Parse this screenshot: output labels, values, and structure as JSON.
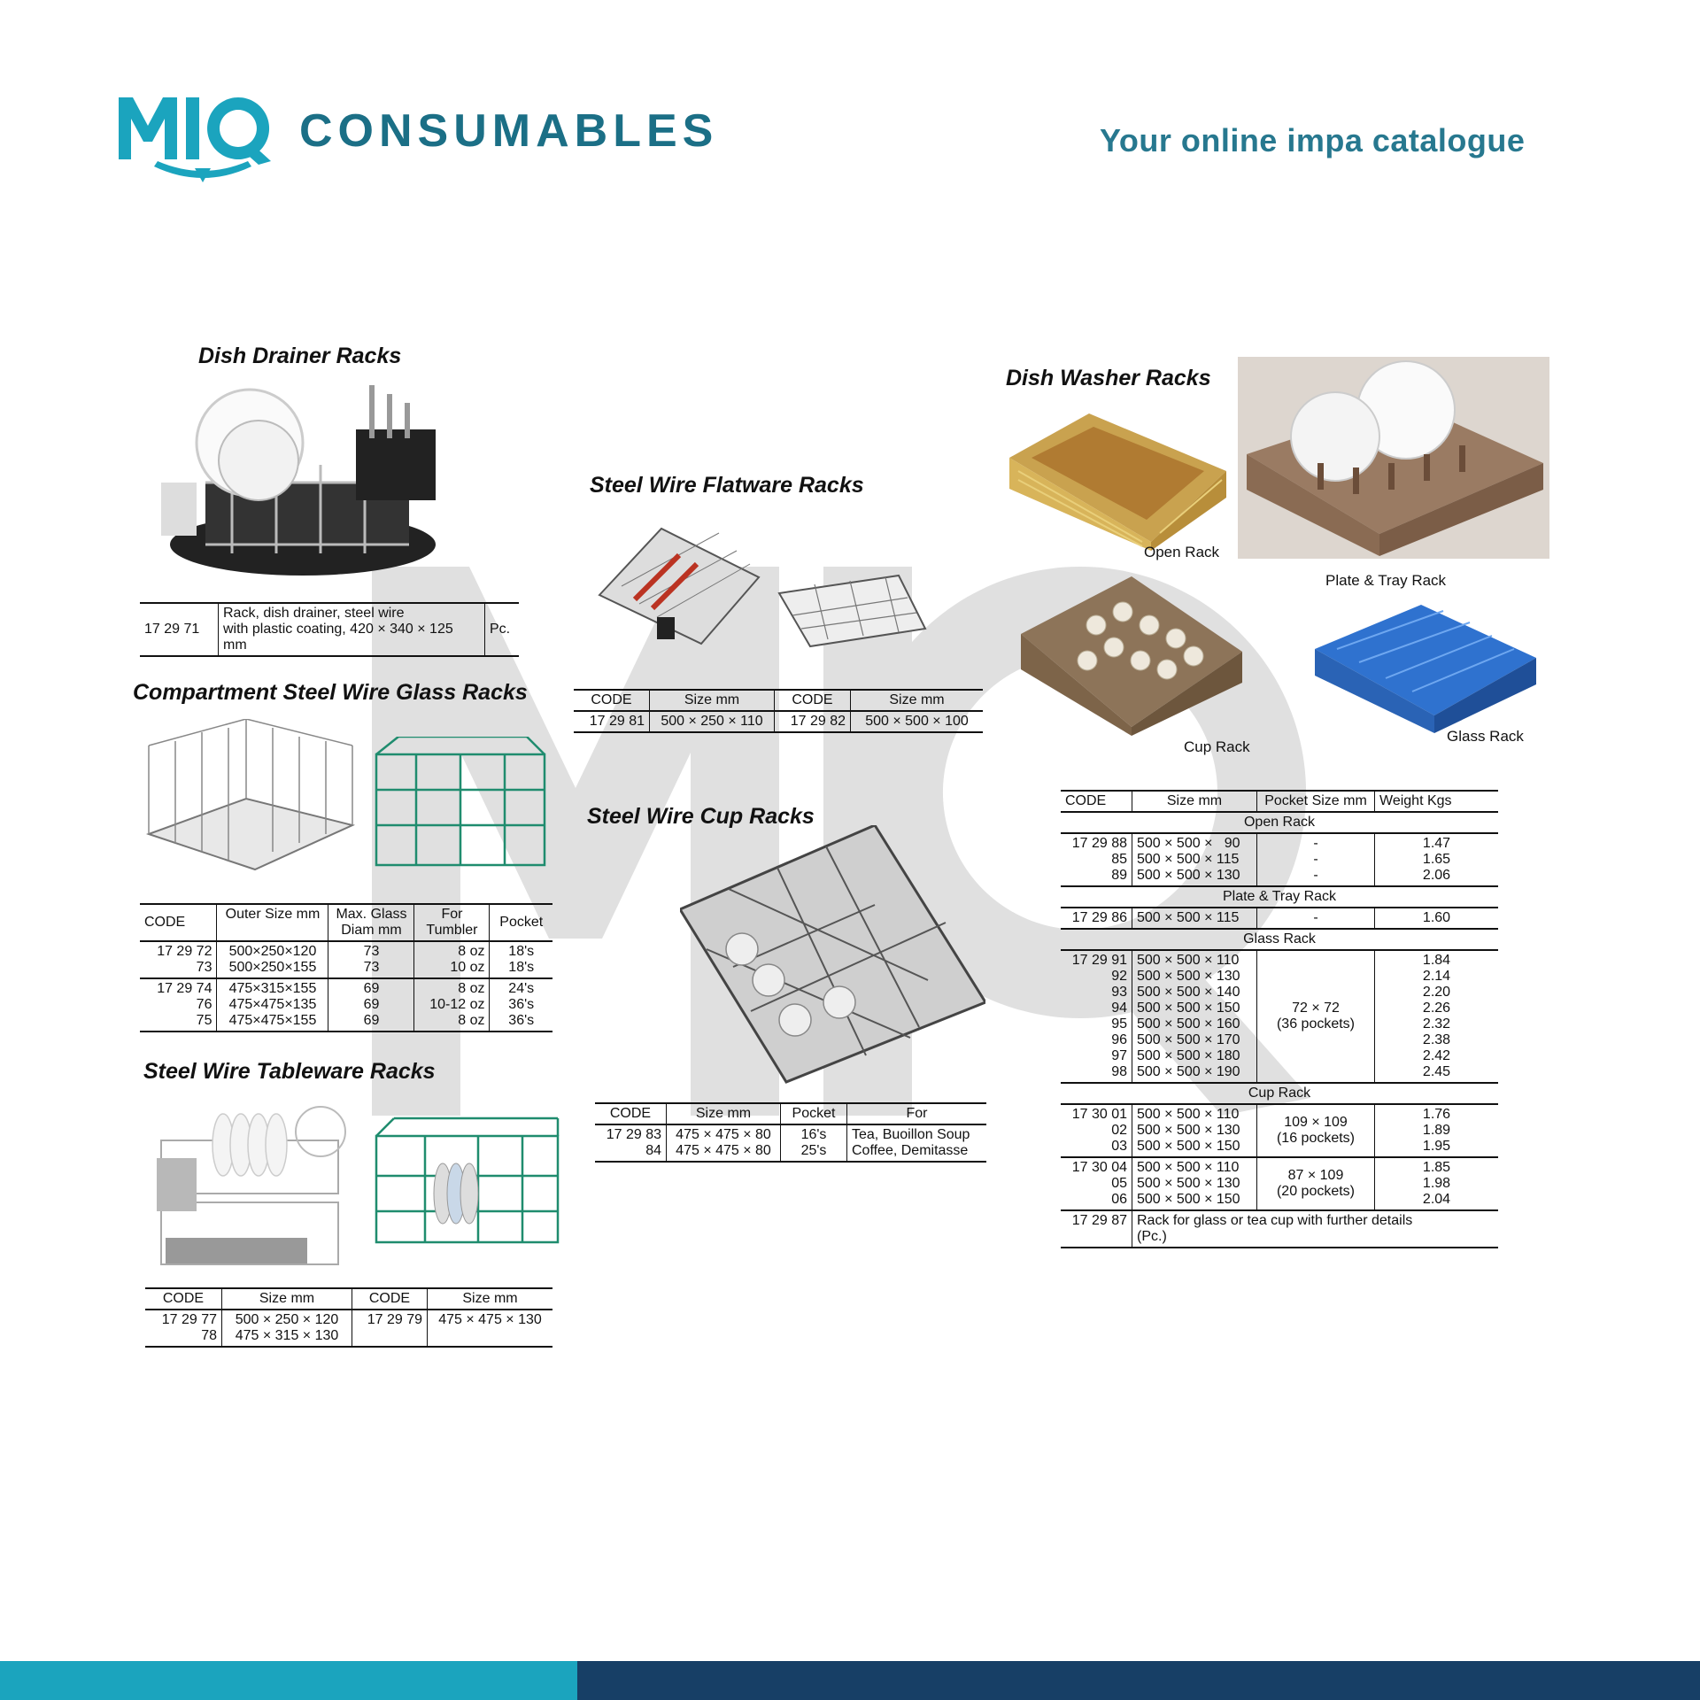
{
  "brand": {
    "logo_text": "MIQ",
    "name": "CONSUMABLES",
    "tagline": "Your online impa catalogue",
    "primary_color": "#1ba4be",
    "dark_color": "#173f66"
  },
  "dish_drainer": {
    "title": "Dish Drainer Racks",
    "code": "17 29 71",
    "desc_lines": [
      "Rack, dish drainer, steel wire",
      "with plastic coating, 420 × 340 × 125",
      "mm"
    ],
    "unit": "Pc."
  },
  "glass_racks": {
    "title": "Compartment Steel Wire Glass Racks",
    "headers": [
      "CODE",
      "Outer Size mm",
      "Max. Glass Diam mm",
      "For Tumbler",
      "Pocket"
    ],
    "groups": [
      [
        [
          "17 29 72",
          "500×250×120",
          "73",
          "8 oz",
          "18's"
        ],
        [
          "73",
          "500×250×155",
          "73",
          "10 oz",
          "18's"
        ]
      ],
      [
        [
          "17 29 74",
          "475×315×155",
          "69",
          "8 oz",
          "24's"
        ],
        [
          "76",
          "475×475×135",
          "69",
          "10-12 oz",
          "36's"
        ],
        [
          "75",
          "475×475×155",
          "69",
          "8 oz",
          "36's"
        ]
      ]
    ]
  },
  "tableware": {
    "title": "Steel Wire Tableware Racks",
    "headers": [
      "CODE",
      "Size mm",
      "CODE",
      "Size mm"
    ],
    "col1_codes": [
      "17 29 77",
      "78"
    ],
    "col1_sizes": [
      "500 × 250 × 120",
      "475 × 315 × 130"
    ],
    "col2_code": "17 29 79",
    "col2_size": "475 × 475 × 130"
  },
  "flatware": {
    "title": "Steel Wire Flatware Racks",
    "headers": [
      "CODE",
      "Size mm",
      "CODE",
      "Size mm"
    ],
    "row": [
      "17 29 81",
      "500 × 250 × 110",
      "17 29 82",
      "500 × 500 × 100"
    ]
  },
  "cup_racks": {
    "title": "Steel Wire Cup Racks",
    "headers": [
      "CODE",
      "Size mm",
      "Pocket",
      "For"
    ],
    "codes": [
      "17 29 83",
      "84"
    ],
    "sizes": [
      "475 × 475 × 80",
      "475 × 475 × 80"
    ],
    "pockets": [
      "16's",
      "25's"
    ],
    "for_lines": [
      "Tea, Buoillon Soup",
      "Coffee, Demitasse"
    ]
  },
  "dish_washer": {
    "title": "Dish Washer Racks",
    "captions": {
      "open": "Open Rack",
      "plate": "Plate & Tray Rack",
      "cup": "Cup Rack",
      "glass": "Glass Rack"
    },
    "headers": [
      "CODE",
      "Size mm",
      "Pocket Size mm",
      "Weight Kgs"
    ],
    "open": {
      "label": "Open Rack",
      "codes": [
        "17 29 88",
        "85",
        "89"
      ],
      "sizes": [
        "500 × 500 ×   90",
        "500 × 500 × 115",
        "500 × 500 × 130"
      ],
      "pockets": [
        "-",
        "-",
        "-"
      ],
      "weights": [
        "1.47",
        "1.65",
        "2.06"
      ]
    },
    "plate": {
      "label": "Plate & Tray Rack",
      "code": "17 29 86",
      "size": "500 × 500 × 115",
      "pocket": "-",
      "weight": "1.60"
    },
    "glass": {
      "label": "Glass Rack",
      "codes": [
        "17 29 91",
        "92",
        "93",
        "94",
        "95",
        "96",
        "97",
        "98"
      ],
      "sizes": [
        "500 × 500 × 110",
        "500 × 500 × 130",
        "500 × 500 × 140",
        "500 × 500 × 150",
        "500 × 500 × 160",
        "500 × 500 × 170",
        "500 × 500 × 180",
        "500 × 500 × 190"
      ],
      "pocket_lines": [
        "72 × 72",
        "(36 pockets)"
      ],
      "weights": [
        "1.84",
        "2.14",
        "2.20",
        "2.26",
        "2.32",
        "2.38",
        "2.42",
        "2.45"
      ]
    },
    "cup": {
      "label": "Cup Rack",
      "g1": {
        "codes": [
          "17 30 01",
          "02",
          "03"
        ],
        "sizes": [
          "500 × 500 × 110",
          "500 × 500 × 130",
          "500 × 500 × 150"
        ],
        "pocket_lines": [
          "109 × 109",
          "(16 pockets)"
        ],
        "weights": [
          "1.76",
          "1.89",
          "1.95"
        ]
      },
      "g2": {
        "codes": [
          "17 30 04",
          "05",
          "06"
        ],
        "sizes": [
          "500 × 500 × 110",
          "500 × 500 × 130",
          "500 × 500 × 150"
        ],
        "pocket_lines": [
          "87 × 109",
          "(20 pockets)"
        ],
        "weights": [
          "1.85",
          "1.98",
          "2.04"
        ]
      }
    },
    "last": {
      "code": "17 29 87",
      "desc_lines": [
        "Rack for glass or tea cup with further details",
        "(Pc.)"
      ]
    }
  }
}
